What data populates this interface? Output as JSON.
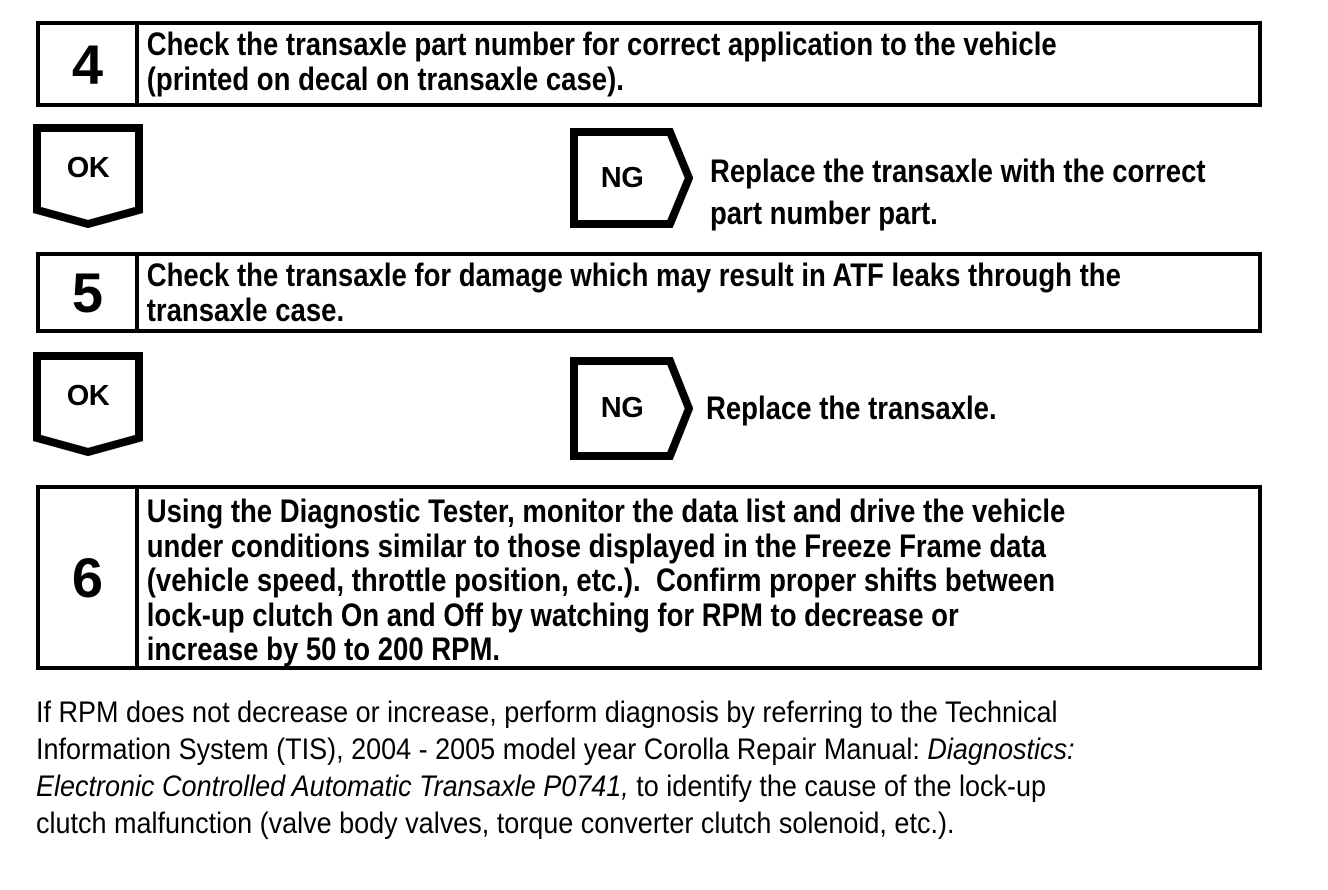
{
  "page": {
    "background": "#ffffff",
    "ink": "#000000"
  },
  "steps": [
    {
      "number": "4",
      "lines": [
        "Check the transaxle part number for correct application to the vehicle",
        "(printed on decal on transaxle case)."
      ],
      "ok": {
        "label": "OK"
      },
      "ng": {
        "label": "NG",
        "lines": [
          "Replace the transaxle with the correct",
          "part number part."
        ]
      }
    },
    {
      "number": "5",
      "lines": [
        "Check the transaxle for damage which may result in ATF leaks through the",
        "transaxle case."
      ],
      "ok": {
        "label": "OK"
      },
      "ng": {
        "label": "NG",
        "lines": [
          "Replace the transaxle."
        ]
      }
    },
    {
      "number": "6",
      "lines": [
        "Using the Diagnostic Tester, monitor the data list and drive the vehicle",
        "under conditions similar to those displayed in the Freeze Frame data",
        "(vehicle speed, throttle position, etc.).  Confirm proper shifts between",
        "lock-up clutch On and Off by watching for RPM to decrease or",
        "increase by 50 to 200 RPM."
      ]
    }
  ],
  "footer": {
    "lines": [
      [
        {
          "t": "If RPM does not decrease or increase, perform diagnosis by referring to the Technical"
        }
      ],
      [
        {
          "t": "Information System (TIS), 2004 - 2005 model year Corolla Repair Manual: "
        },
        {
          "t": "Diagnostics:",
          "i": true
        }
      ],
      [
        {
          "t": "Electronic Controlled Automatic Transaxle P0741,",
          "i": true
        },
        {
          "t": " to identify the cause of the lock-up"
        }
      ],
      [
        {
          "t": "clutch malfunction (valve body valves, torque converter clutch solenoid, etc.)."
        }
      ]
    ]
  }
}
